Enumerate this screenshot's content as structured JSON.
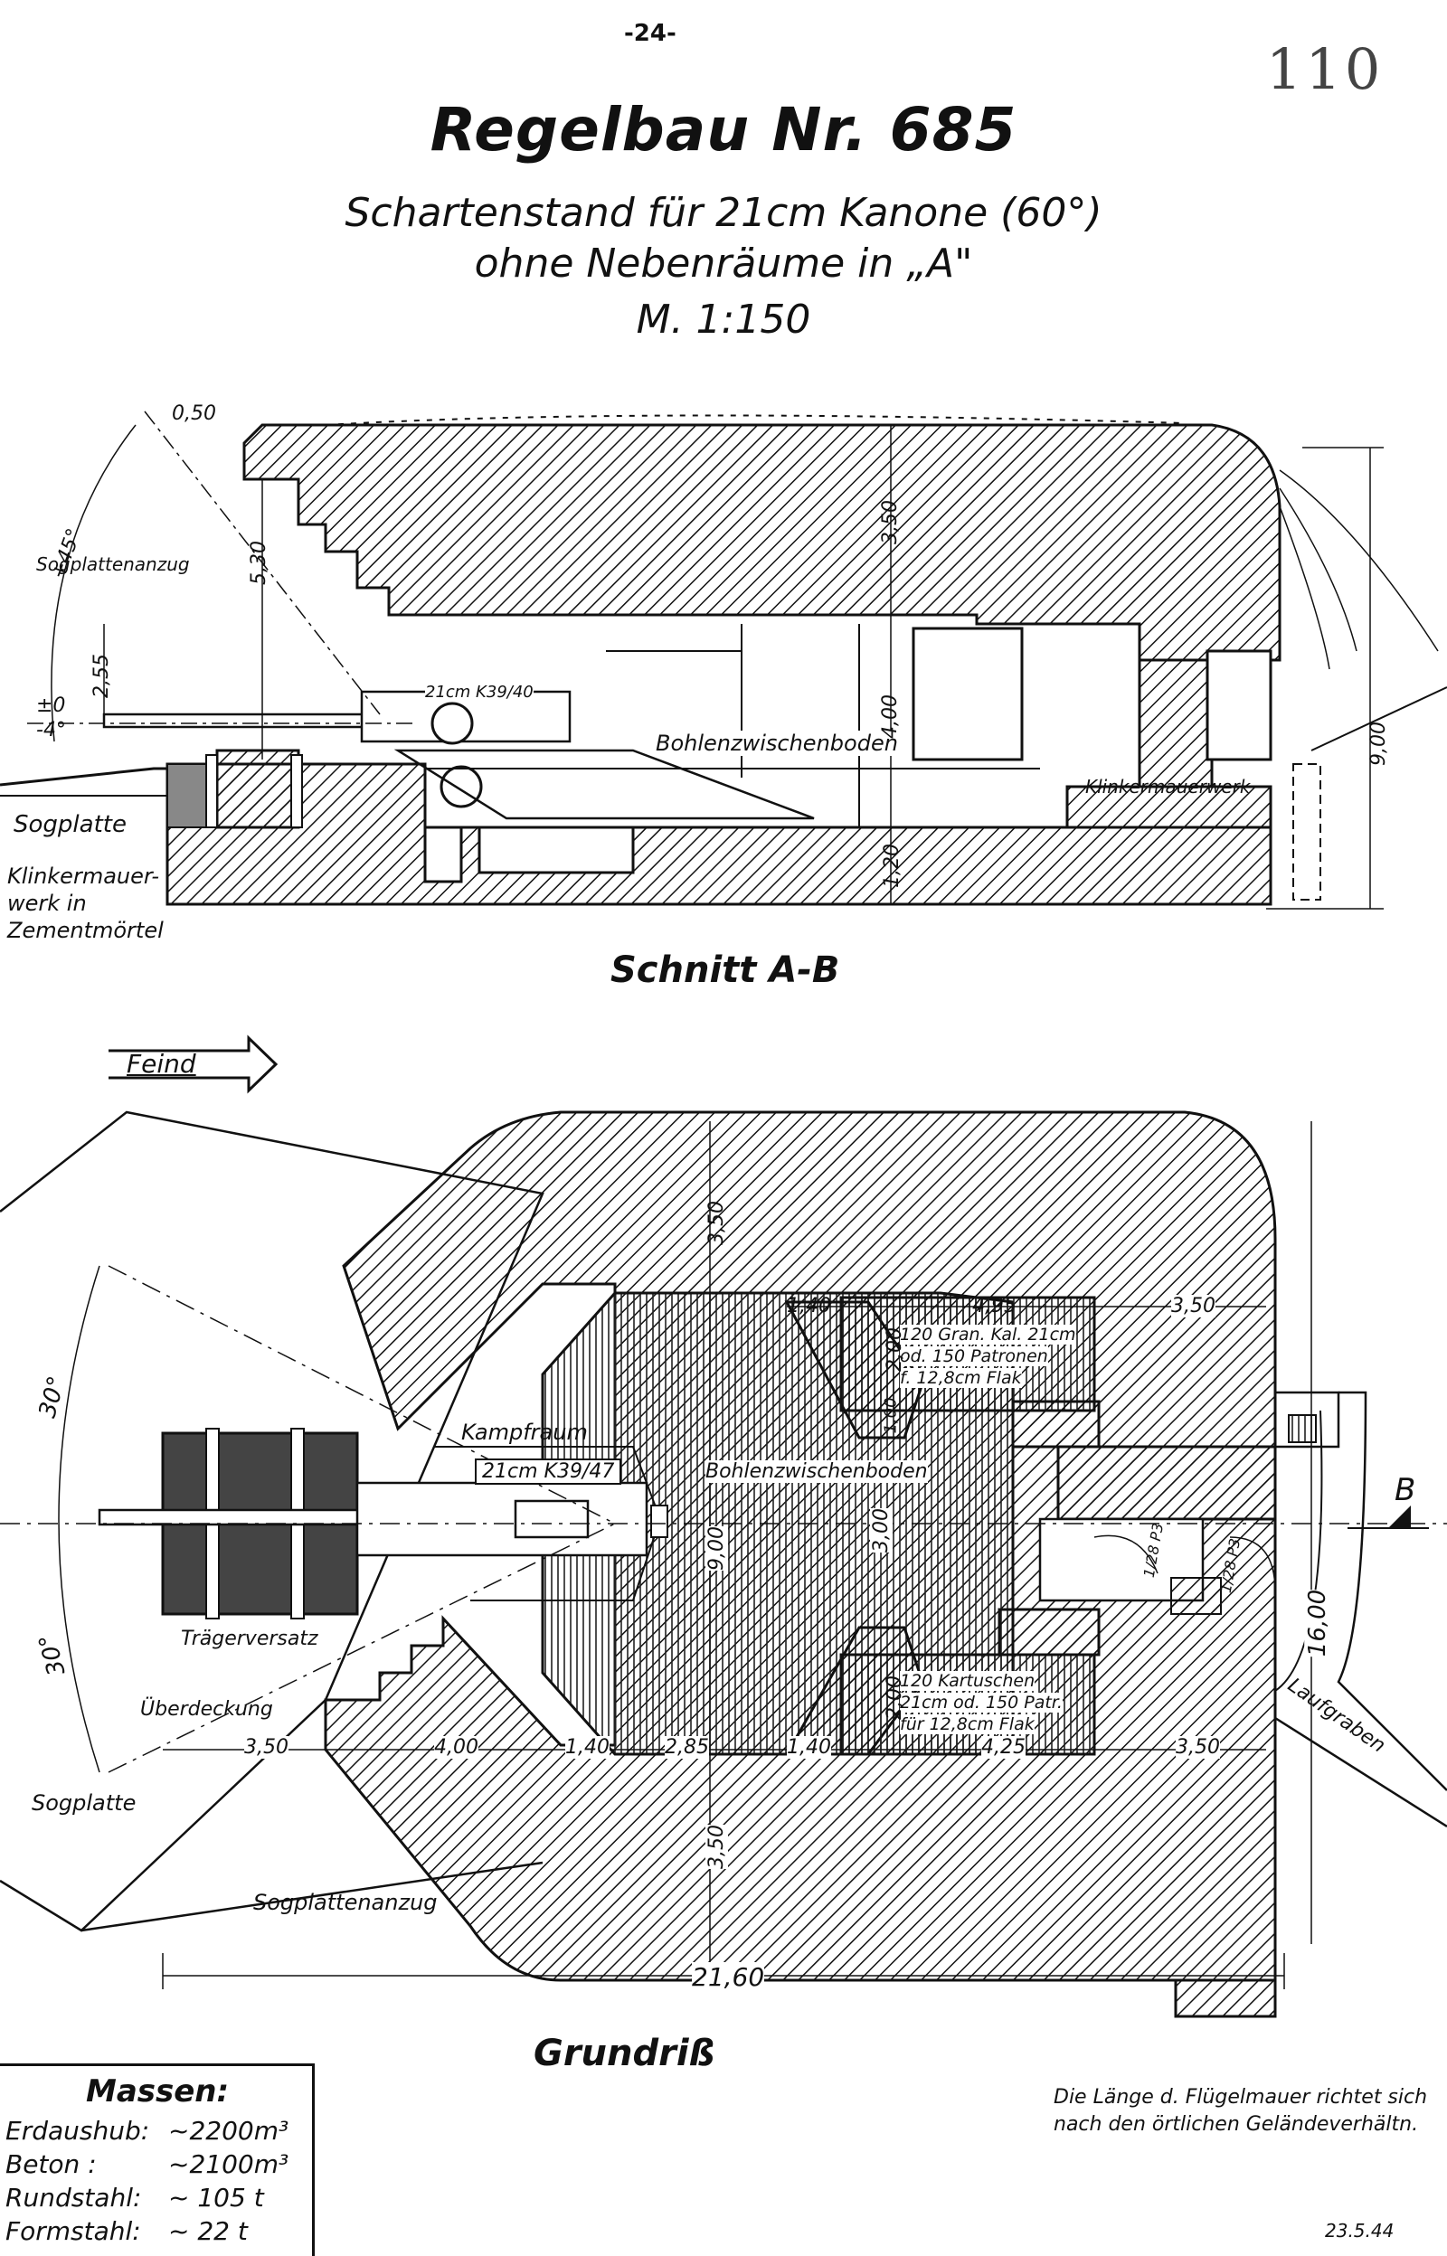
{
  "header": {
    "page_number": "-24-",
    "sheet_number": "110",
    "title": "Regelbau Nr. 685",
    "subtitle_1": "Schartenstand für 21cm Kanone (60°)",
    "subtitle_2": "ohne Nebenräume in „A\"",
    "scale": "M. 1:150"
  },
  "section": {
    "caption": "Schnitt A-B",
    "labels": {
      "sogplattenanzug": "Sogplattenanzug",
      "gun": "21cm K39/40",
      "bohlen": "Bohlenzwischenboden",
      "klinkermauer_right": "Klinkermauerwerk",
      "sogplatte": "Sogplatte",
      "klinker_1": "Klinkermauer-",
      "klinker_2": "werk in",
      "klinker_3": "Zementmörtel"
    },
    "dims": {
      "d050": "0,50",
      "a45": "+45°",
      "d530": "5,30",
      "d255": "2,55",
      "a0": "±0",
      "a4": "-4°",
      "d350": "3,50",
      "d400": "4,00",
      "d120": "1,20",
      "d900": "9,00"
    }
  },
  "plan": {
    "caption": "Grundriß",
    "feind": "Feind",
    "labels": {
      "kampfraum": "Kampfraum",
      "gun": "21cm K39/47",
      "bohlen": "Bohlenzwischenboden",
      "gran_1": "120 Gran. Kal. 21cm",
      "gran_2": "od. 150 Patronen",
      "gran_3": "f. 12,8cm Flak",
      "kart_1": "120 Kartuschen",
      "kart_2": "21cm od. 150 Patr.",
      "kart_3": "für 12,8cm Flak",
      "traeger": "Trägerversatz",
      "ueberdeckung": "Überdeckung",
      "sogplatte": "Sogplatte",
      "sogplattenanzug": "Sogplattenanzug",
      "laufgraben": "Laufgraben",
      "b_marker": "B",
      "p1": "1/28 P3",
      "p2": "1/28 P3"
    },
    "dims": {
      "a30_top": "30°",
      "a30_bot": "30°",
      "d350_top": "3,50",
      "d140": "1,40",
      "d495": "4,95",
      "d350_r": "3,50",
      "d200_a": "2,00",
      "d100": "1,00",
      "d900": "9,00",
      "d300": "3,00",
      "d200_b": "2,00",
      "d350_l": "3,50",
      "d400": "4,00",
      "d140_b": "1,40",
      "d285": "2,85",
      "d140_c": "1,40",
      "d425": "4,25",
      "d350_rb": "3,50",
      "d350_bot": "3,50",
      "d1600": "16,00",
      "d2160": "21,60"
    }
  },
  "massen": {
    "heading": "Massen:",
    "rows": [
      {
        "label": "Erdaushub:",
        "value": "~2200m³"
      },
      {
        "label": "Beton    :",
        "value": "~2100m³"
      },
      {
        "label": "Rundstahl:",
        "value": "~ 105 t"
      },
      {
        "label": "Formstahl:",
        "value": "~ 22 t"
      }
    ]
  },
  "note": "Die Länge d. Flügelmauer richtet sich nach den örtlichen Geländeverhältn.",
  "date": "23.5.44"
}
